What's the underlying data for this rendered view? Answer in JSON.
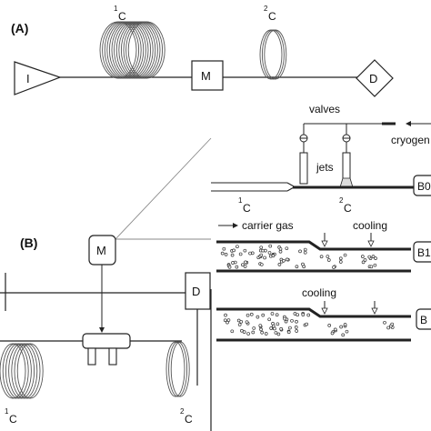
{
  "panel_a": {
    "label": "(A)",
    "column1_sup": "1",
    "column1_letter": "C",
    "column2_sup": "2",
    "column2_letter": "C",
    "injector": "I",
    "modulator": "M",
    "detector": "D"
  },
  "panel_b": {
    "label": "(B)",
    "modulator": "M",
    "detector": "D",
    "column1_sup": "1",
    "column1_letter": "C",
    "column2_sup": "2",
    "column2_letter": "C"
  },
  "detail": {
    "valves": "valves",
    "cryogen": "cryogen",
    "jets": "jets",
    "column1_sup": "1",
    "column1_letter": "C",
    "column2_sup": "2",
    "column2_letter": "C",
    "carrier_gas": "carrier gas",
    "cooling_b1": "cooling",
    "cooling_b2": "cooling",
    "state_b0": "B0",
    "state_b1": "B1",
    "state_b2": "B"
  },
  "colors": {
    "stroke": "#222222",
    "coil": "#555555",
    "particle": "#333333"
  }
}
